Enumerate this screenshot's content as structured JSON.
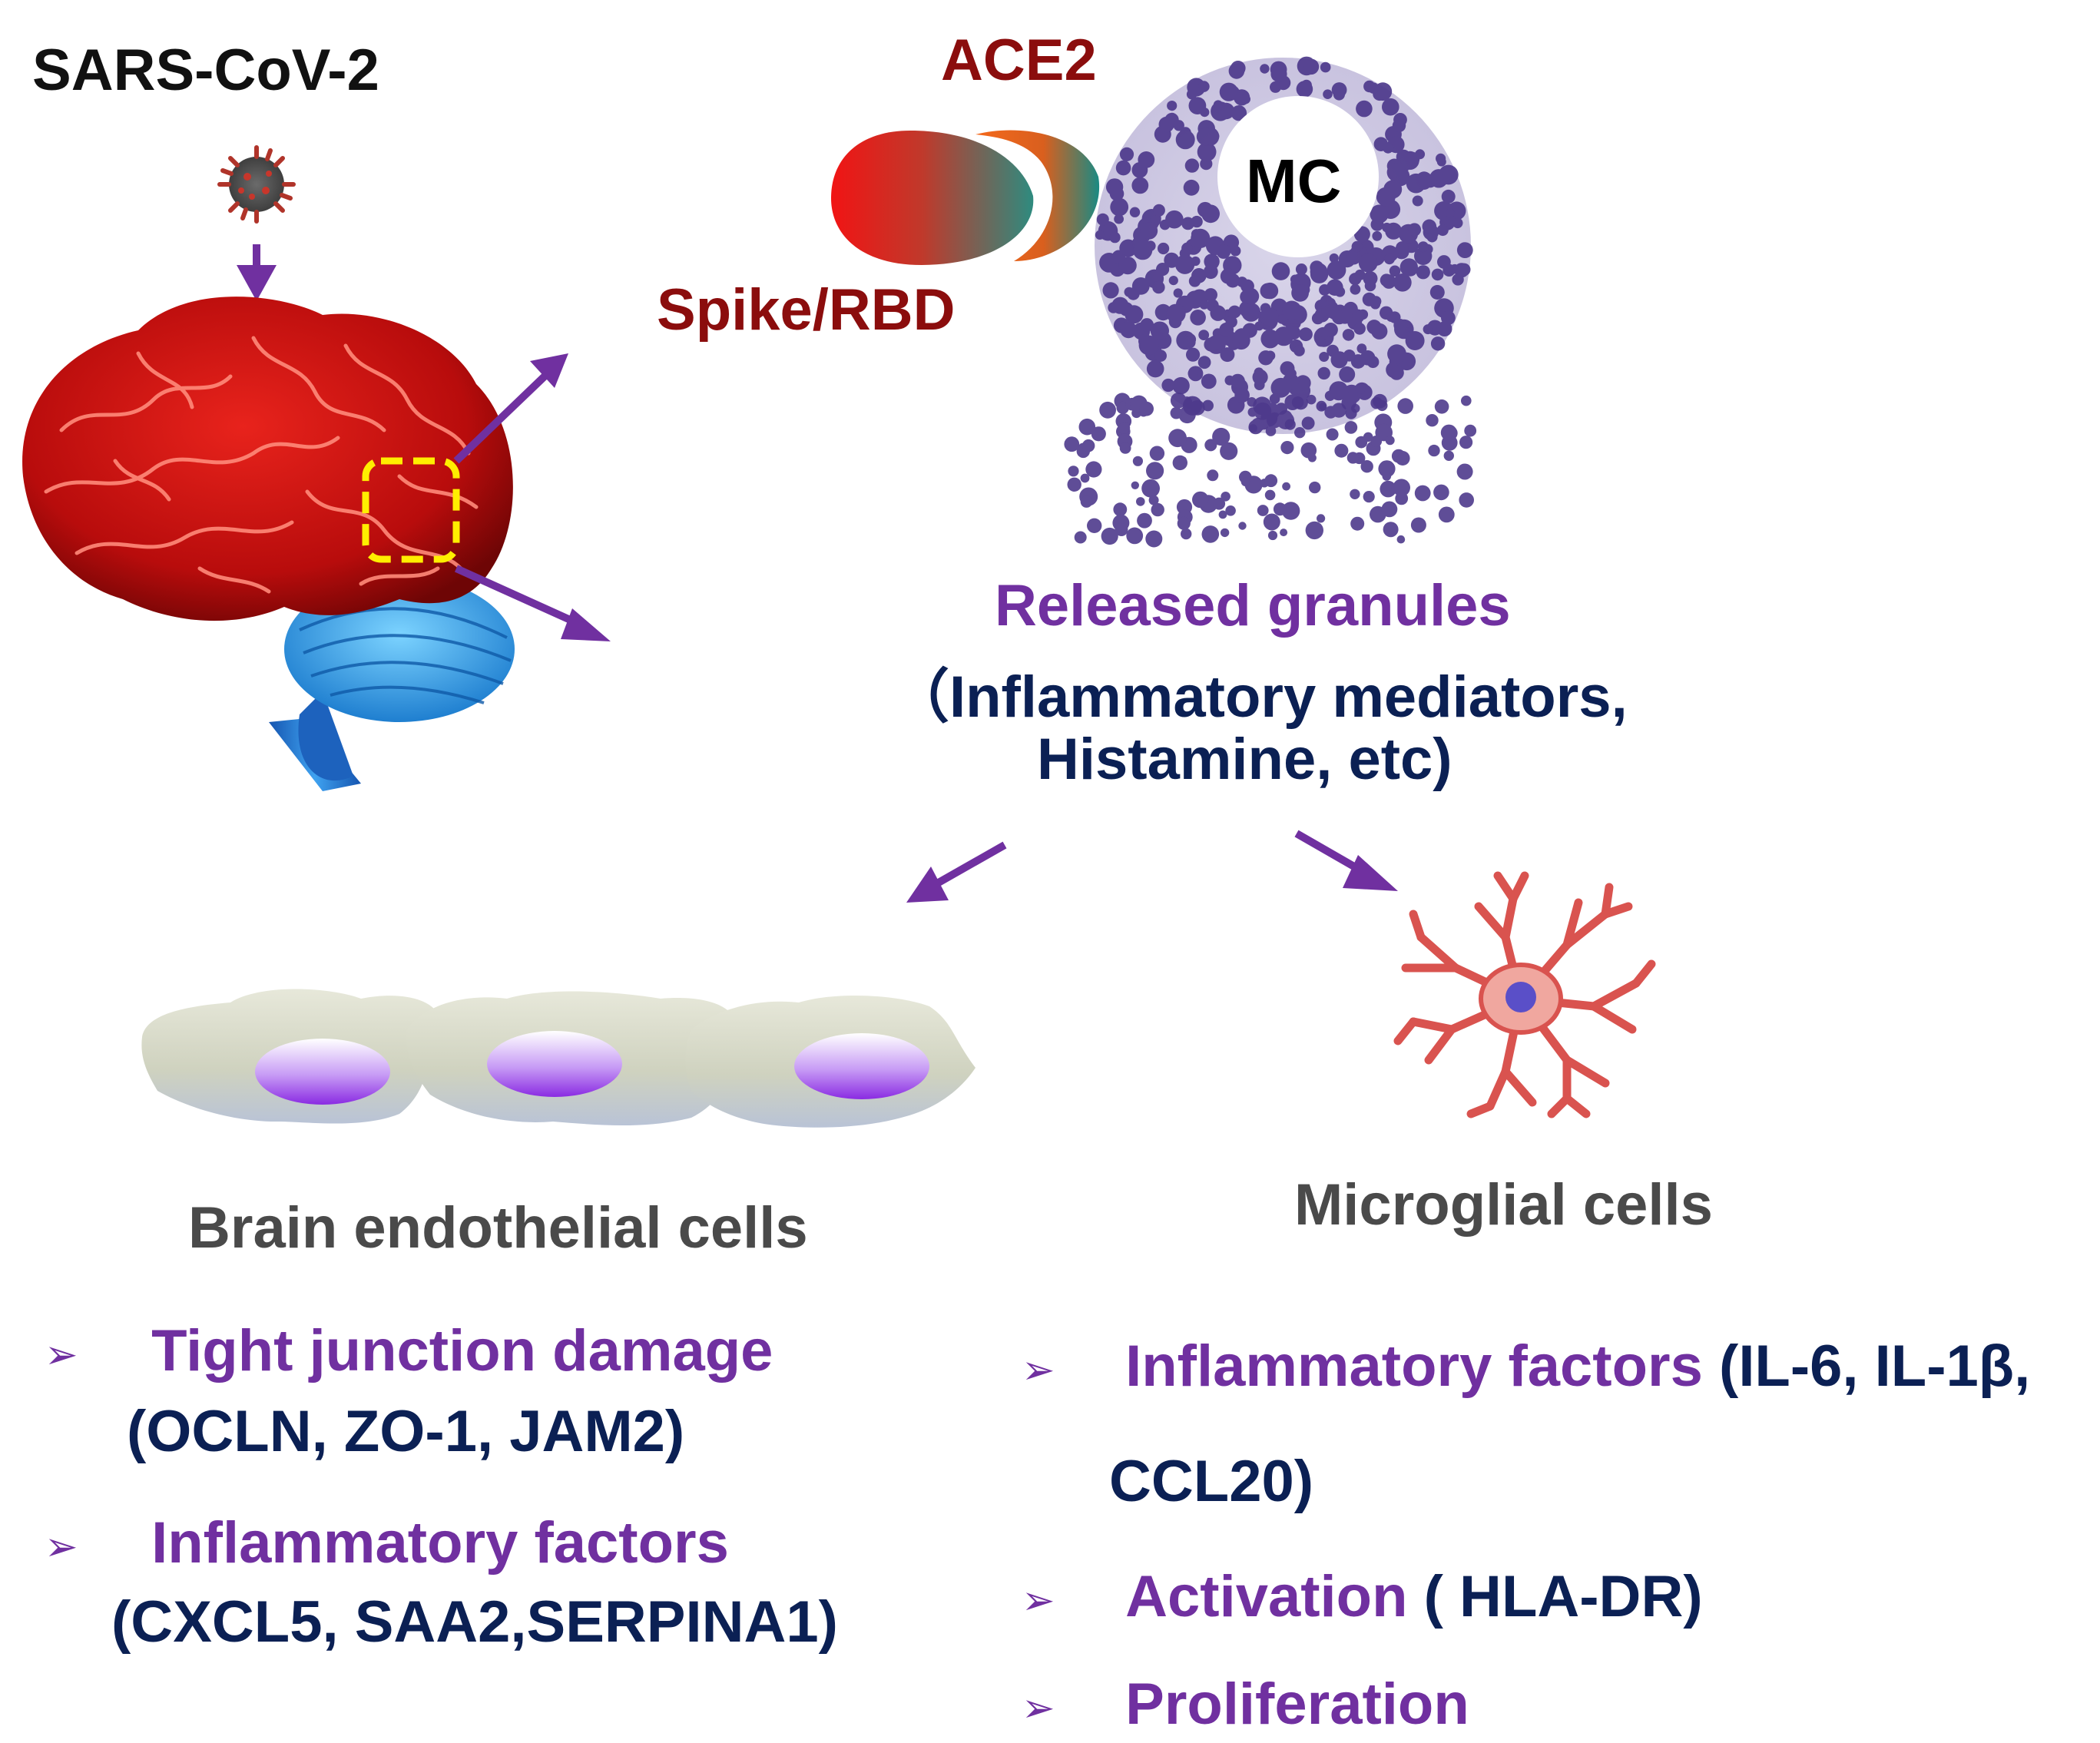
{
  "colors": {
    "purple": "#7030A0",
    "navy": "#0B2054",
    "darkred": "#8B0D0D",
    "gray": "#4A4A4A",
    "arrow": "#7030A0",
    "brain_red": "#C8100F",
    "cerebellum_blue": "#2FA0E6",
    "granule": "#4E3A8C",
    "highlight_box": "#FFEE00"
  },
  "labels": {
    "virus_name": "SARS-CoV-2",
    "receptor": "ACE2",
    "spike": "Spike/RBD",
    "mast_cell": "MC",
    "released_title": "Released granules",
    "released_line1": "（Inflammatory mediators,",
    "released_line2": "Histamine, etc)",
    "endothelial_title": "Brain endothelial cells",
    "microglia_title": "Microglial cells"
  },
  "endothelial_effects": [
    {
      "term": "Tight junction damage",
      "detail": "(OCLN, ZO-1, JAM2)"
    },
    {
      "term": "Inflammatory factors",
      "detail": "(CXCL5, SAA2,SERPINA1)"
    }
  ],
  "microglia_effects": [
    {
      "term": "Inflammatory factors",
      "detail_inline": " (IL-6, IL-1β,",
      "detail_next": "CCL20)"
    },
    {
      "term": "Activation",
      "detail_inline": " ( HLA-DR)"
    },
    {
      "term": "Proliferation"
    }
  ],
  "bullet_glyph": "➢"
}
